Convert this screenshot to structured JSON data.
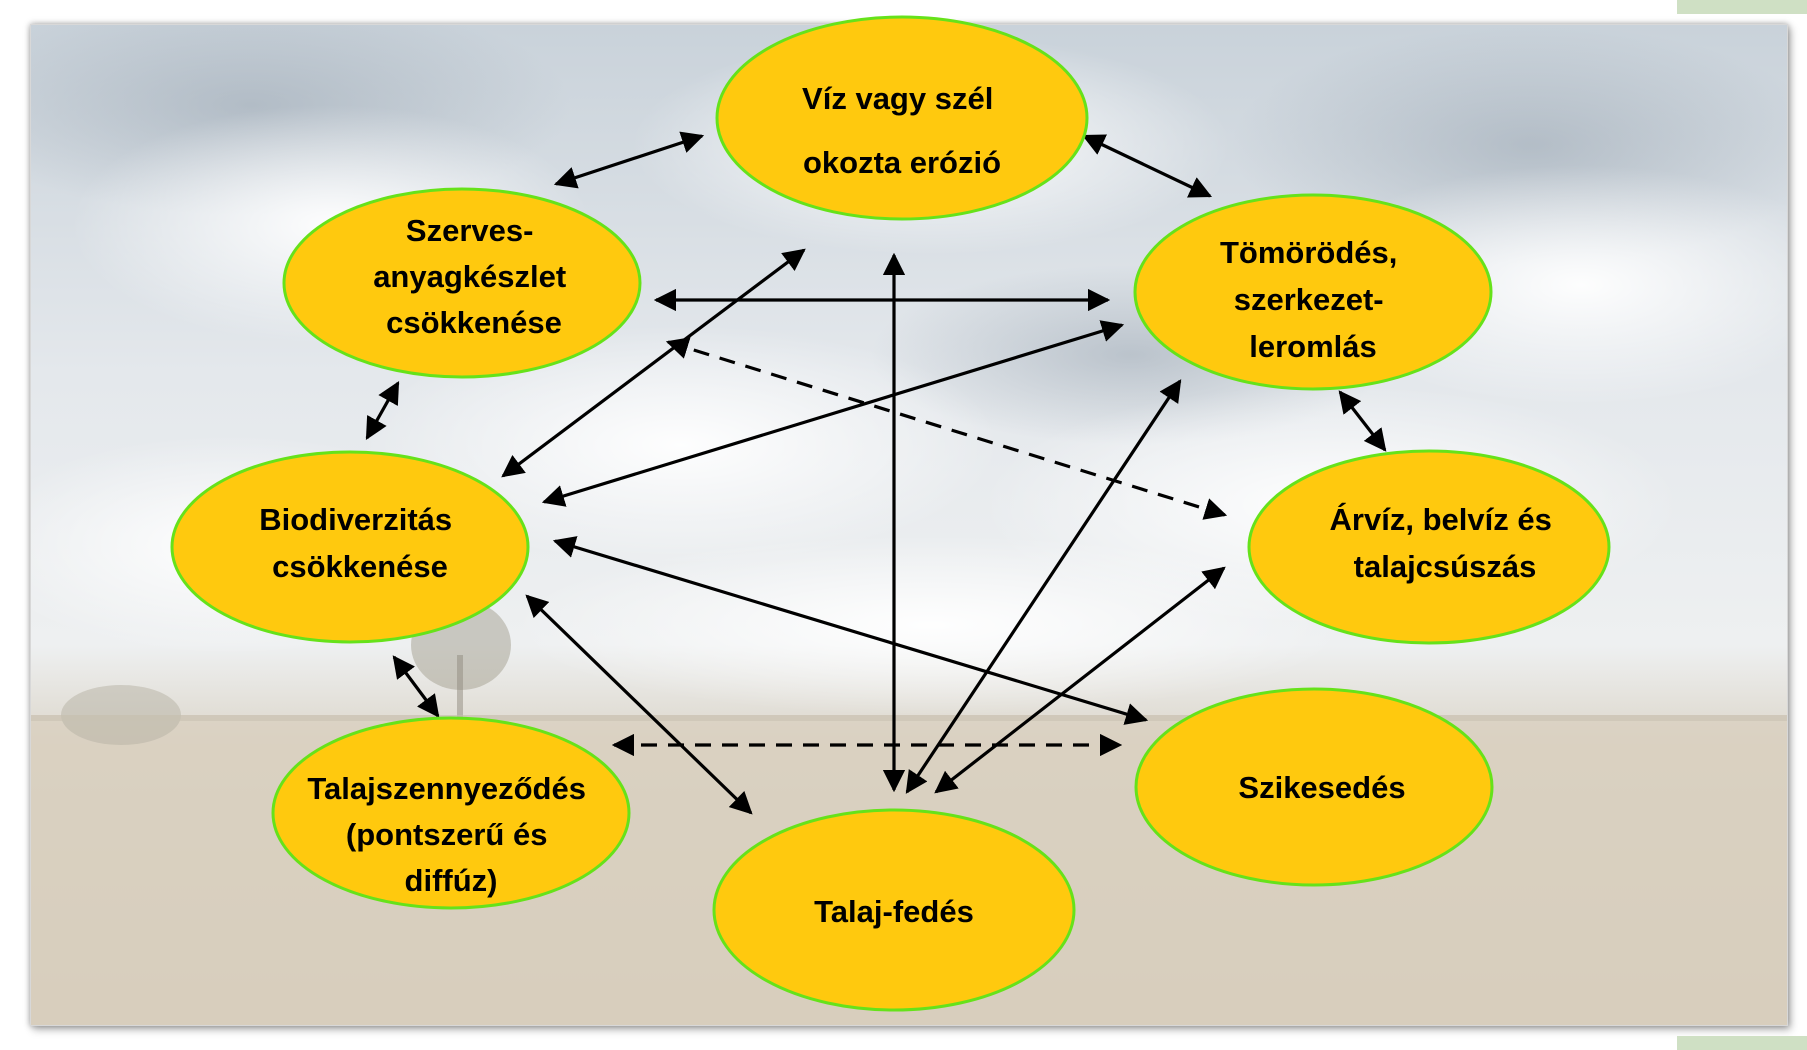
{
  "colors": {
    "node_fill": "#FFC90E",
    "node_stroke": "#66E21A",
    "arrow": "#000000",
    "sky_top": "#d5dde4",
    "sky_bottom": "#eef1f3",
    "field": "#d9d1c0",
    "corner_accent": "#cfe0c4"
  },
  "nodes": {
    "erosion": {
      "lines": [
        "Víz vagy szél",
        "okozta erózió"
      ]
    },
    "compaction": {
      "lines": [
        "Tömörödés,",
        "szerkezet-",
        "leromlás"
      ]
    },
    "flood": {
      "lines": [
        "Árvíz, belvíz és",
        "talajcsúszás"
      ]
    },
    "salinization": {
      "lines": [
        "Szikesedés"
      ]
    },
    "sealing": {
      "lines": [
        "Talaj-fedés"
      ]
    },
    "contamination": {
      "lines": [
        "Talajszennyeződés",
        "(pontszerű és",
        "diffúz)"
      ]
    },
    "biodiversity": {
      "lines": [
        "Biodiverzitás",
        "csökkenése"
      ]
    },
    "organic": {
      "lines": [
        "Szerves-",
        "anyagkészlet",
        "csökkenése"
      ]
    }
  },
  "links": [
    {
      "from": "organic",
      "to": "erosion",
      "style": "solid"
    },
    {
      "from": "erosion",
      "to": "compaction",
      "style": "solid"
    },
    {
      "from": "organic",
      "to": "compaction",
      "style": "solid"
    },
    {
      "from": "organic",
      "to": "biodiversity",
      "style": "solid"
    },
    {
      "from": "compaction",
      "to": "flood",
      "style": "solid"
    },
    {
      "from": "biodiversity",
      "to": "erosion",
      "style": "solid"
    },
    {
      "from": "biodiversity",
      "to": "compaction",
      "style": "solid"
    },
    {
      "from": "organic",
      "to": "flood",
      "style": "dashed"
    },
    {
      "from": "erosion",
      "to": "sealing",
      "style": "solid"
    },
    {
      "from": "biodiversity",
      "to": "salinization",
      "style": "solid"
    },
    {
      "from": "biodiversity",
      "to": "sealing",
      "style": "solid"
    },
    {
      "from": "biodiversity",
      "to": "contamination",
      "style": "solid"
    },
    {
      "from": "contamination",
      "to": "salinization",
      "style": "dashed"
    },
    {
      "from": "sealing",
      "to": "compaction",
      "style": "solid"
    },
    {
      "from": "sealing",
      "to": "flood",
      "style": "solid"
    }
  ]
}
